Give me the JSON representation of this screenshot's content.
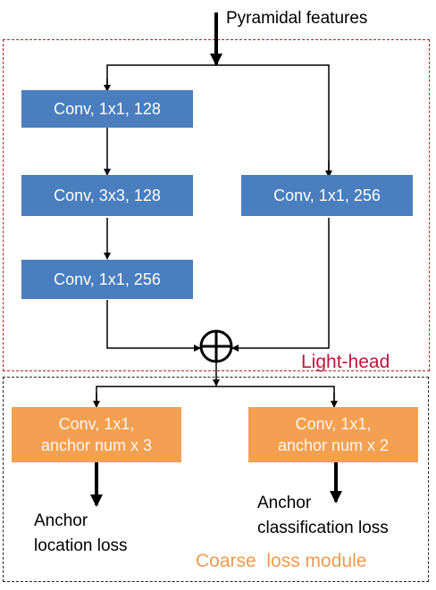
{
  "input_label": "Pyramidal features",
  "light_head": {
    "label": "Light-head",
    "conv1": "Conv, 1x1, 128",
    "conv2": "Conv, 3x3, 128",
    "conv3": "Conv, 1x1, 256",
    "conv_side": "Conv, 1x1, 256",
    "sum_symbol": "⊕"
  },
  "coarse_loss": {
    "label": "Coarse  loss module",
    "loc_conv_line1": "Conv, 1x1,",
    "loc_conv_line2": "anchor num x 3",
    "cls_conv_line1": "Conv, 1x1,",
    "cls_conv_line2": "anchor num x 2",
    "loc_loss_line1": "Anchor",
    "loc_loss_line2": "location loss",
    "cls_loss_line1": "Anchor",
    "cls_loss_line2": "classification loss"
  },
  "colors": {
    "blue": "#4a7ebf",
    "orange": "#f4a052",
    "red": "#b22222"
  }
}
